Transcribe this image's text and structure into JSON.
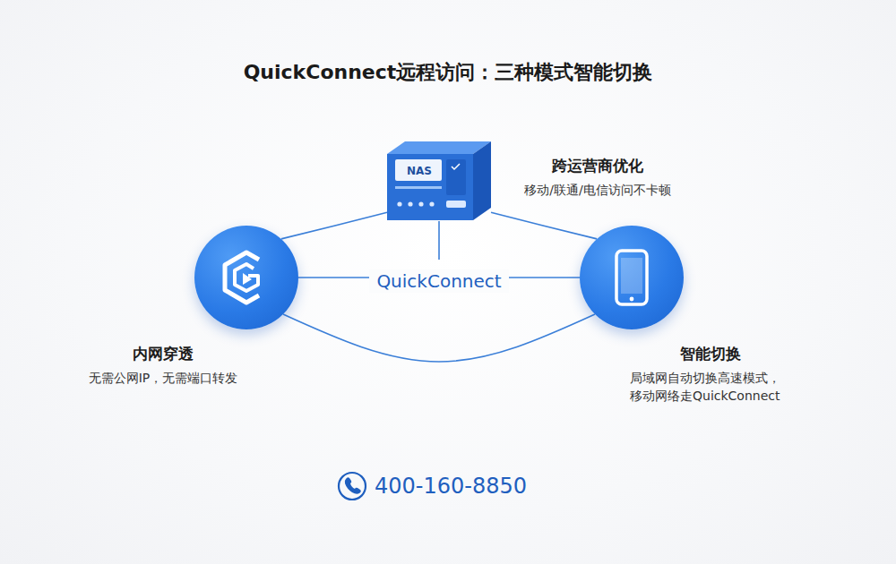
{
  "diagram": {
    "title": "QuickConnect远程访问：三种模式智能切换",
    "nodes": [
      {
        "text": [
          "跨运营商优化",
          "移动/联通/电信访问不卡顿"
        ]
      },
      {
        "text": [
          "内网穿透",
          "无需公网IP，无需端口转发"
        ]
      },
      {
        "text": [
          "智能切换",
          "局域网自动切换高速模式， 移动网络走QuickConnect"
        ]
      }
    ],
    "edges": [
      {
        "from": 0,
        "to": 1,
        "arrow": "none"
      },
      {
        "from": 0,
        "to": 2,
        "arrow": "none"
      },
      {
        "from": 1,
        "to": 2,
        "arrow": "none"
      },
      {
        "from": 1,
        "to": 2,
        "label": "QuickConnect",
        "arrow": "none"
      }
    ],
    "labels": [
      "NAS",
      "400-160-8850"
    ]
  }
}
